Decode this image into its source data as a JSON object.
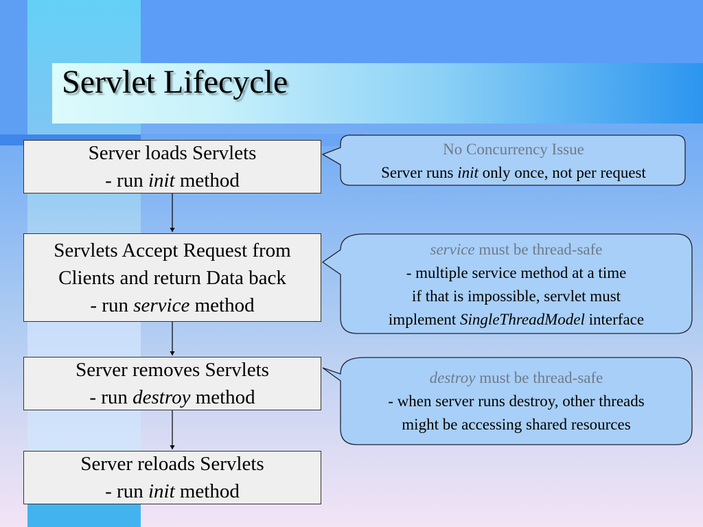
{
  "title": "Servlet Lifecycle",
  "steps": [
    {
      "line1": "Server loads Servlets",
      "line2_prefix": "- run ",
      "line2_emph": "init",
      "line2_suffix": " method"
    },
    {
      "line1": "Servlets Accept Request from",
      "line1b": "Clients and return Data back",
      "line2_prefix": "- run ",
      "line2_emph": "service",
      "line2_suffix": " method"
    },
    {
      "line1": "Server removes Servlets",
      "line2_prefix": "- run ",
      "line2_emph": "destroy",
      "line2_suffix": " method"
    },
    {
      "line1": "Server reloads Servlets",
      "line2_prefix": "- run ",
      "line2_emph": "init",
      "line2_suffix": " method"
    }
  ],
  "notes": [
    {
      "heading": "No Concurrency Issue",
      "line1_prefix": "Server runs ",
      "line1_emph": "init",
      "line1_suffix": " only once, not per request"
    },
    {
      "heading_emph": "service",
      "heading_suffix": " must be thread-safe",
      "line1": "- multiple service method at a time",
      "line2": "if that is impossible, servlet must",
      "line3_prefix": "implement ",
      "line3_emph": "SingleThreadModel",
      "line3_suffix": " interface"
    },
    {
      "heading_emph": "destroy",
      "heading_suffix": " must be thread-safe",
      "line1": "- when server runs destroy, other threads",
      "line2": "might be accessing shared resources"
    }
  ],
  "colors": {
    "note_heading": "#6f7a8a",
    "box_fill": "#efefef",
    "callout_fill": "#a8cff7"
  }
}
